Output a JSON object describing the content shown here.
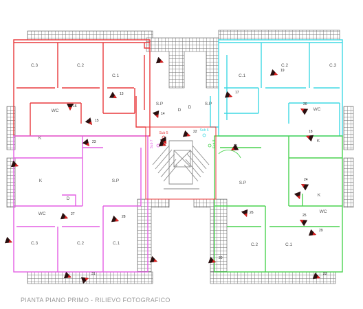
{
  "caption": "PIANTA PIANO PRIMO - RILIEVO FOTOGRAFICO",
  "colors": {
    "red": "#e8383b",
    "cyan": "#3fd9e3",
    "magenta": "#e35fe3",
    "green": "#49d24f",
    "hatch": "#6d6d6d",
    "marker": "#2a0f0f",
    "marker_accent": "#d91f1f",
    "label": "#555555",
    "stair": "#8a8a8a"
  },
  "rooms": {
    "nw": [
      "C.3",
      "C.2",
      "C.1",
      "S.P",
      "WC",
      "K",
      "D"
    ],
    "ne": [
      "C.1",
      "C.2",
      "C.3",
      "S.P",
      "WC",
      "K",
      "D"
    ],
    "sw": [
      "K",
      "S.P",
      "WC",
      "D",
      "C.3",
      "C.2",
      "C.1"
    ],
    "se": [
      "S.P",
      "K",
      "WC",
      "C.2",
      "C.1"
    ]
  },
  "subs": [
    "Sub 5",
    "Sub 6",
    "Sub 7",
    "Sub 8"
  ],
  "photo_points": [
    "13",
    "14",
    "15",
    "16",
    "17",
    "18",
    "19",
    "20",
    "21",
    "22",
    "23",
    "24",
    "25",
    "26",
    "27",
    "28",
    "29",
    "30",
    "31",
    "32"
  ]
}
